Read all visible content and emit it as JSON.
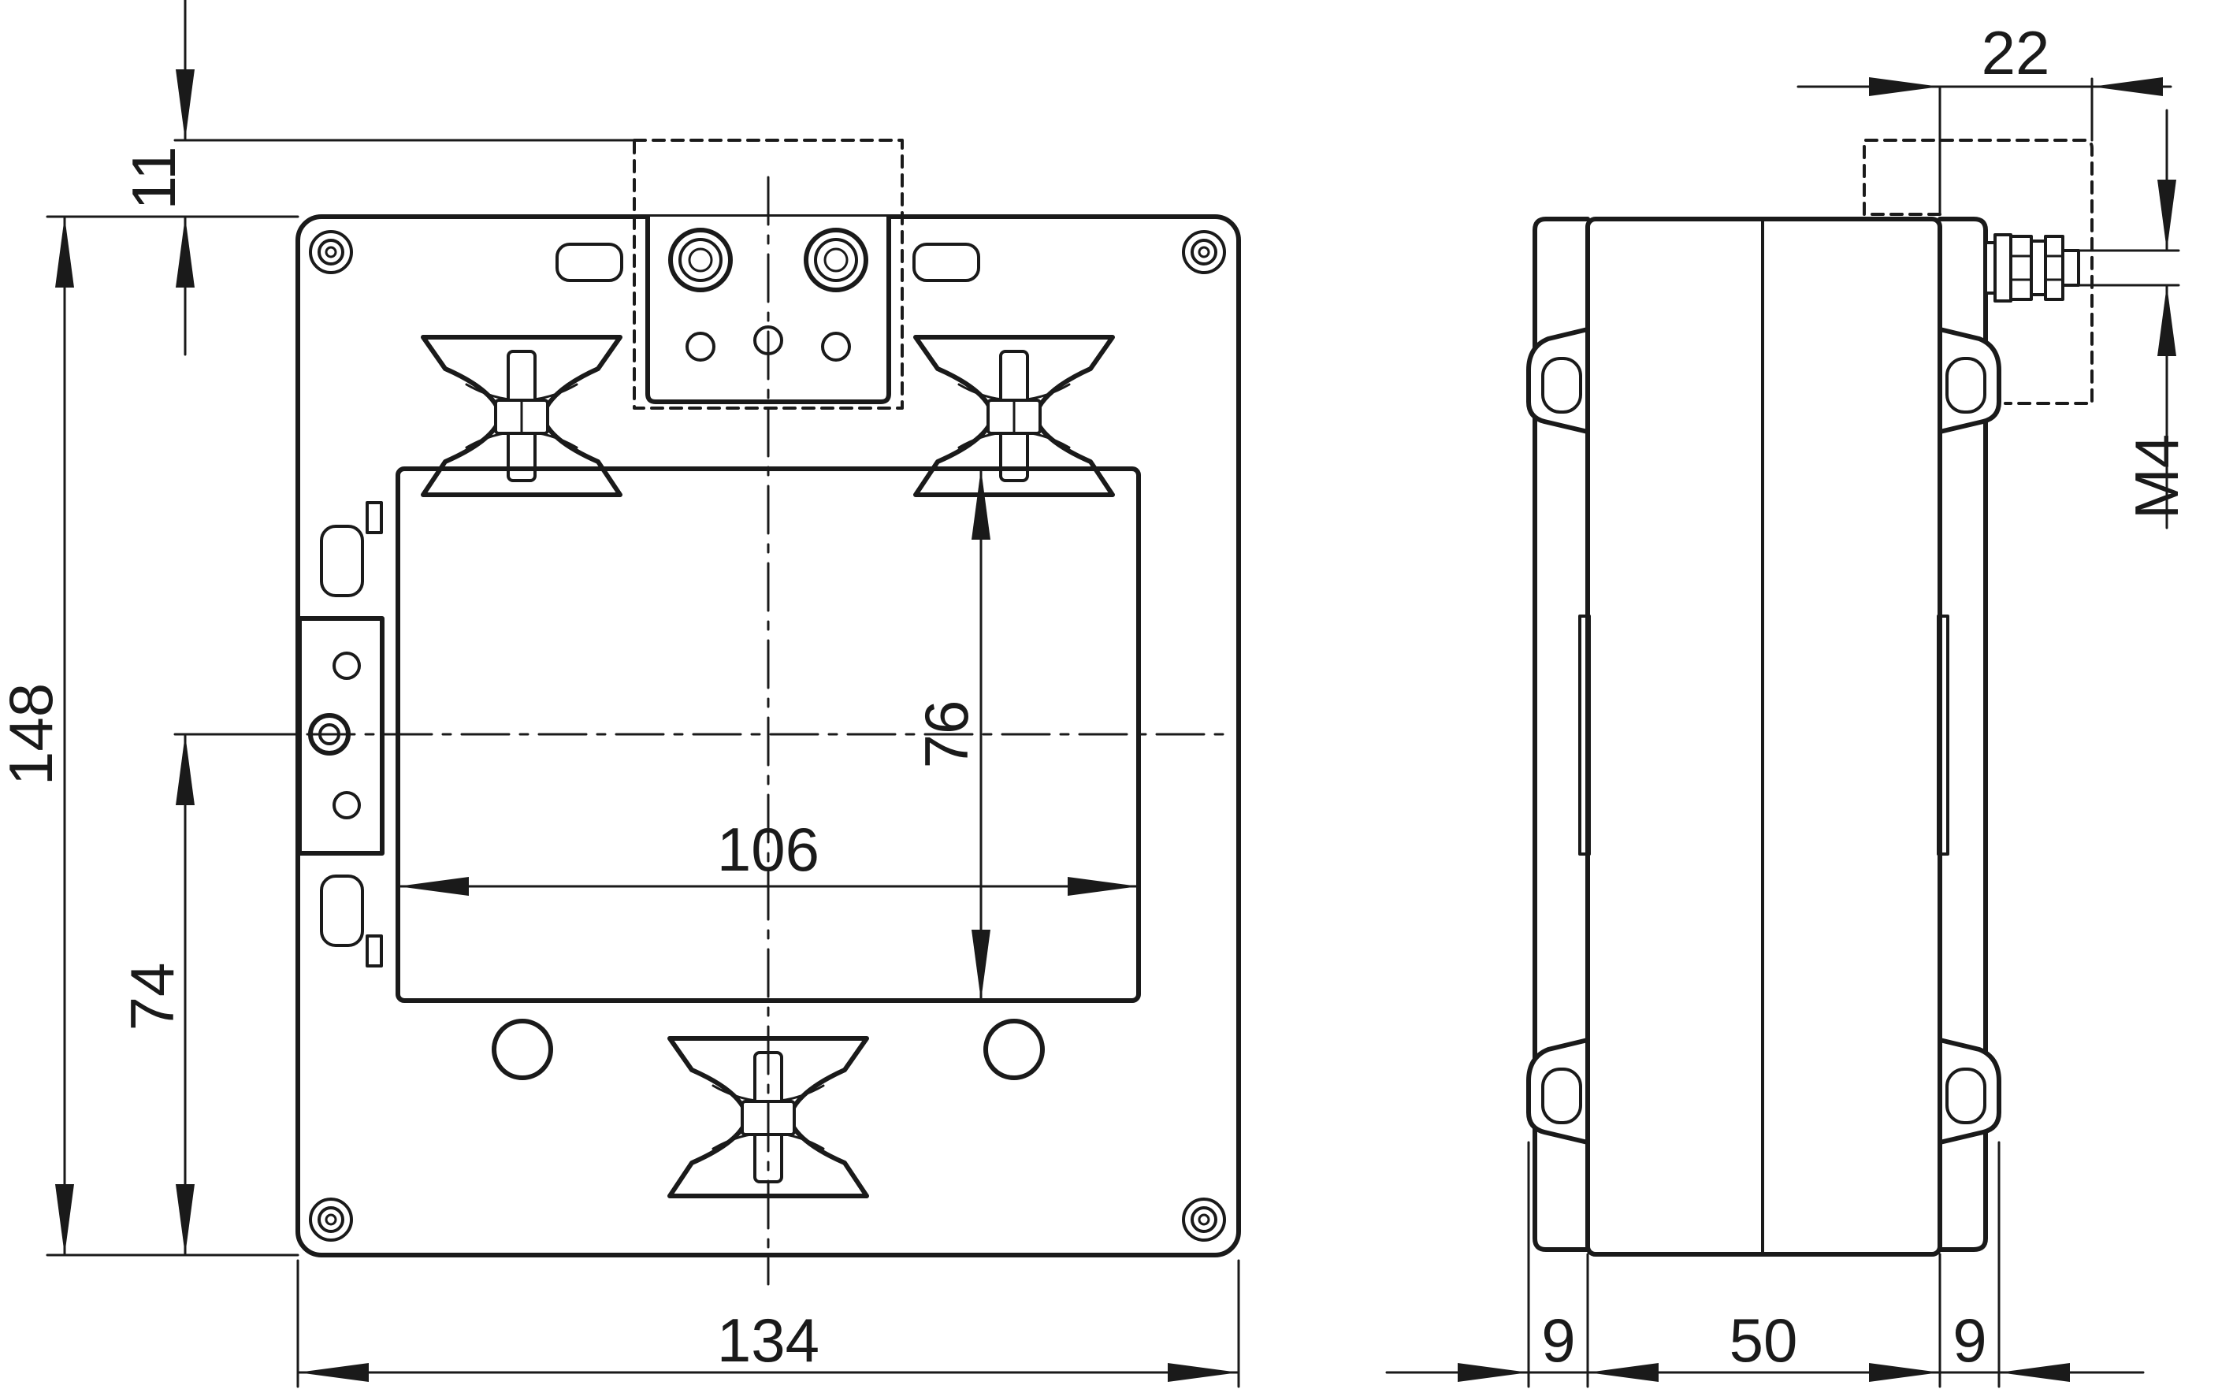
{
  "dimensions": {
    "total_width": "134",
    "window_width": "106",
    "total_height": "148",
    "window_height": "76",
    "center_height": "74",
    "terminal_offset": "11",
    "side_width": "22",
    "thread": "M4",
    "foot_left": "9",
    "body_depth": "50",
    "foot_right": "9"
  },
  "colors": {
    "line": "#1a1a1a",
    "background": "#ffffff"
  }
}
